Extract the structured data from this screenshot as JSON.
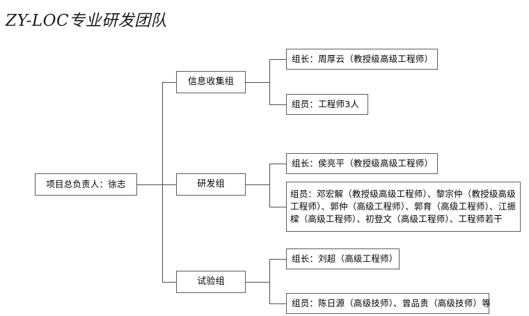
{
  "title": "ZY-LOC专业研发团队",
  "chart_data": {
    "type": "diagram",
    "diagram_type": "organization-tree",
    "orientation": "left-to-right",
    "title": "ZY-LOC专业研发团队",
    "root": {
      "id": "root",
      "label": "项目总负责人：徐志"
    },
    "groups": [
      {
        "id": "group-info",
        "label": "信息收集组",
        "details": [
          {
            "id": "info-leader",
            "label": "组长：周厚云（教授级高级工程师）"
          },
          {
            "id": "info-members",
            "label": "组员：工程师3人"
          }
        ]
      },
      {
        "id": "group-rd",
        "label": "研发组",
        "details": [
          {
            "id": "rd-leader",
            "label": "组长：侯亮平（教授级高级工程师）"
          },
          {
            "id": "rd-members",
            "label": "组员：邓宏解（教授级高级工程师）、黎宗仲（教授级高级工程师）、郭仲（高级工程师）、郭育（高级工程师）、江振樑（高级工程师）、初登文（高级工程师）、工程师若干"
          }
        ]
      },
      {
        "id": "group-test",
        "label": "试验组",
        "details": [
          {
            "id": "test-leader",
            "label": "组长：刘超（高级工程师）"
          },
          {
            "id": "test-members",
            "label": "组员：陈日源（高级技师）、曾品贵（高级技师）等"
          }
        ]
      }
    ],
    "colors": {
      "box_border": "#5a5a5a",
      "connector": "#4a4a4a",
      "text": "#000000",
      "background": "#ffffff"
    }
  }
}
